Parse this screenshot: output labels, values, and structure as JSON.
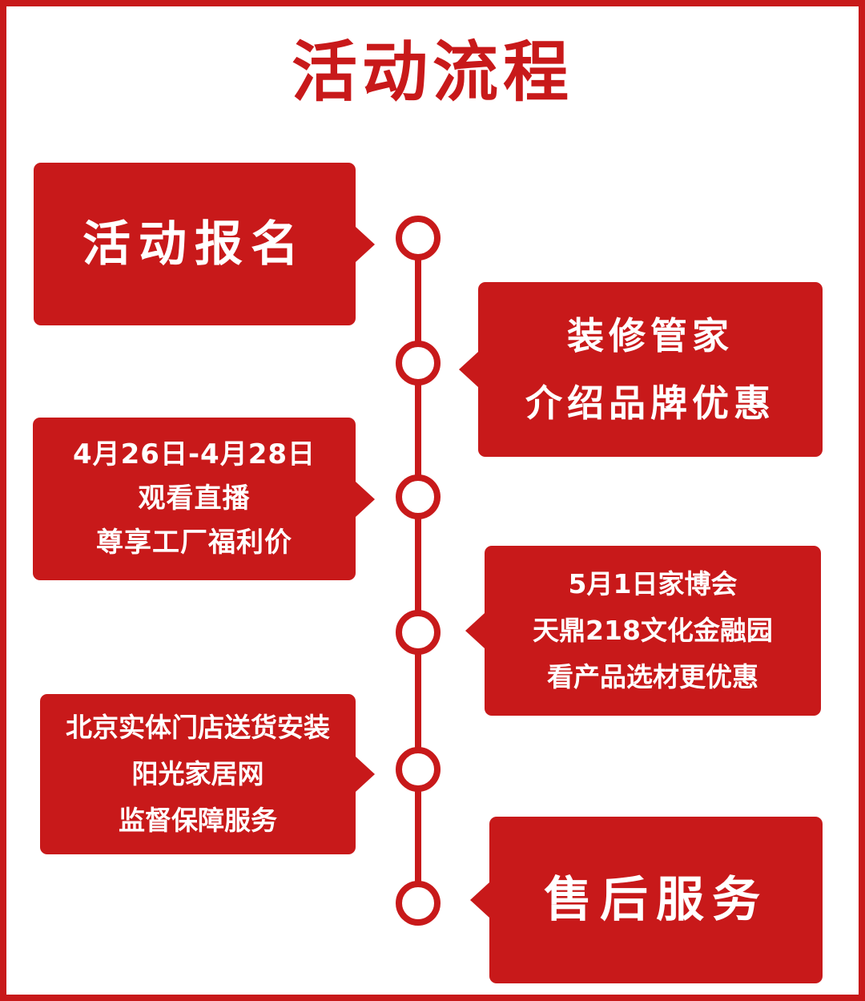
{
  "title": "活动流程",
  "colors": {
    "accent": "#c8191a",
    "background": "#ffffff",
    "text_on_accent": "#ffffff"
  },
  "steps": [
    {
      "side": "left",
      "lines": [
        "活动报名"
      ]
    },
    {
      "side": "right",
      "lines": [
        "装修管家",
        "介绍品牌优惠"
      ]
    },
    {
      "side": "left",
      "lines": [
        "4月26日-4月28日",
        "观看直播",
        "尊享工厂福利价"
      ]
    },
    {
      "side": "right",
      "lines": [
        "5月1日家博会",
        "天鼎218文化金融园",
        "看产品选材更优惠"
      ]
    },
    {
      "side": "left",
      "lines": [
        "北京实体门店送货安装",
        "阳光家居网",
        "监督保障服务"
      ]
    },
    {
      "side": "right",
      "lines": [
        "售后服务"
      ]
    }
  ]
}
